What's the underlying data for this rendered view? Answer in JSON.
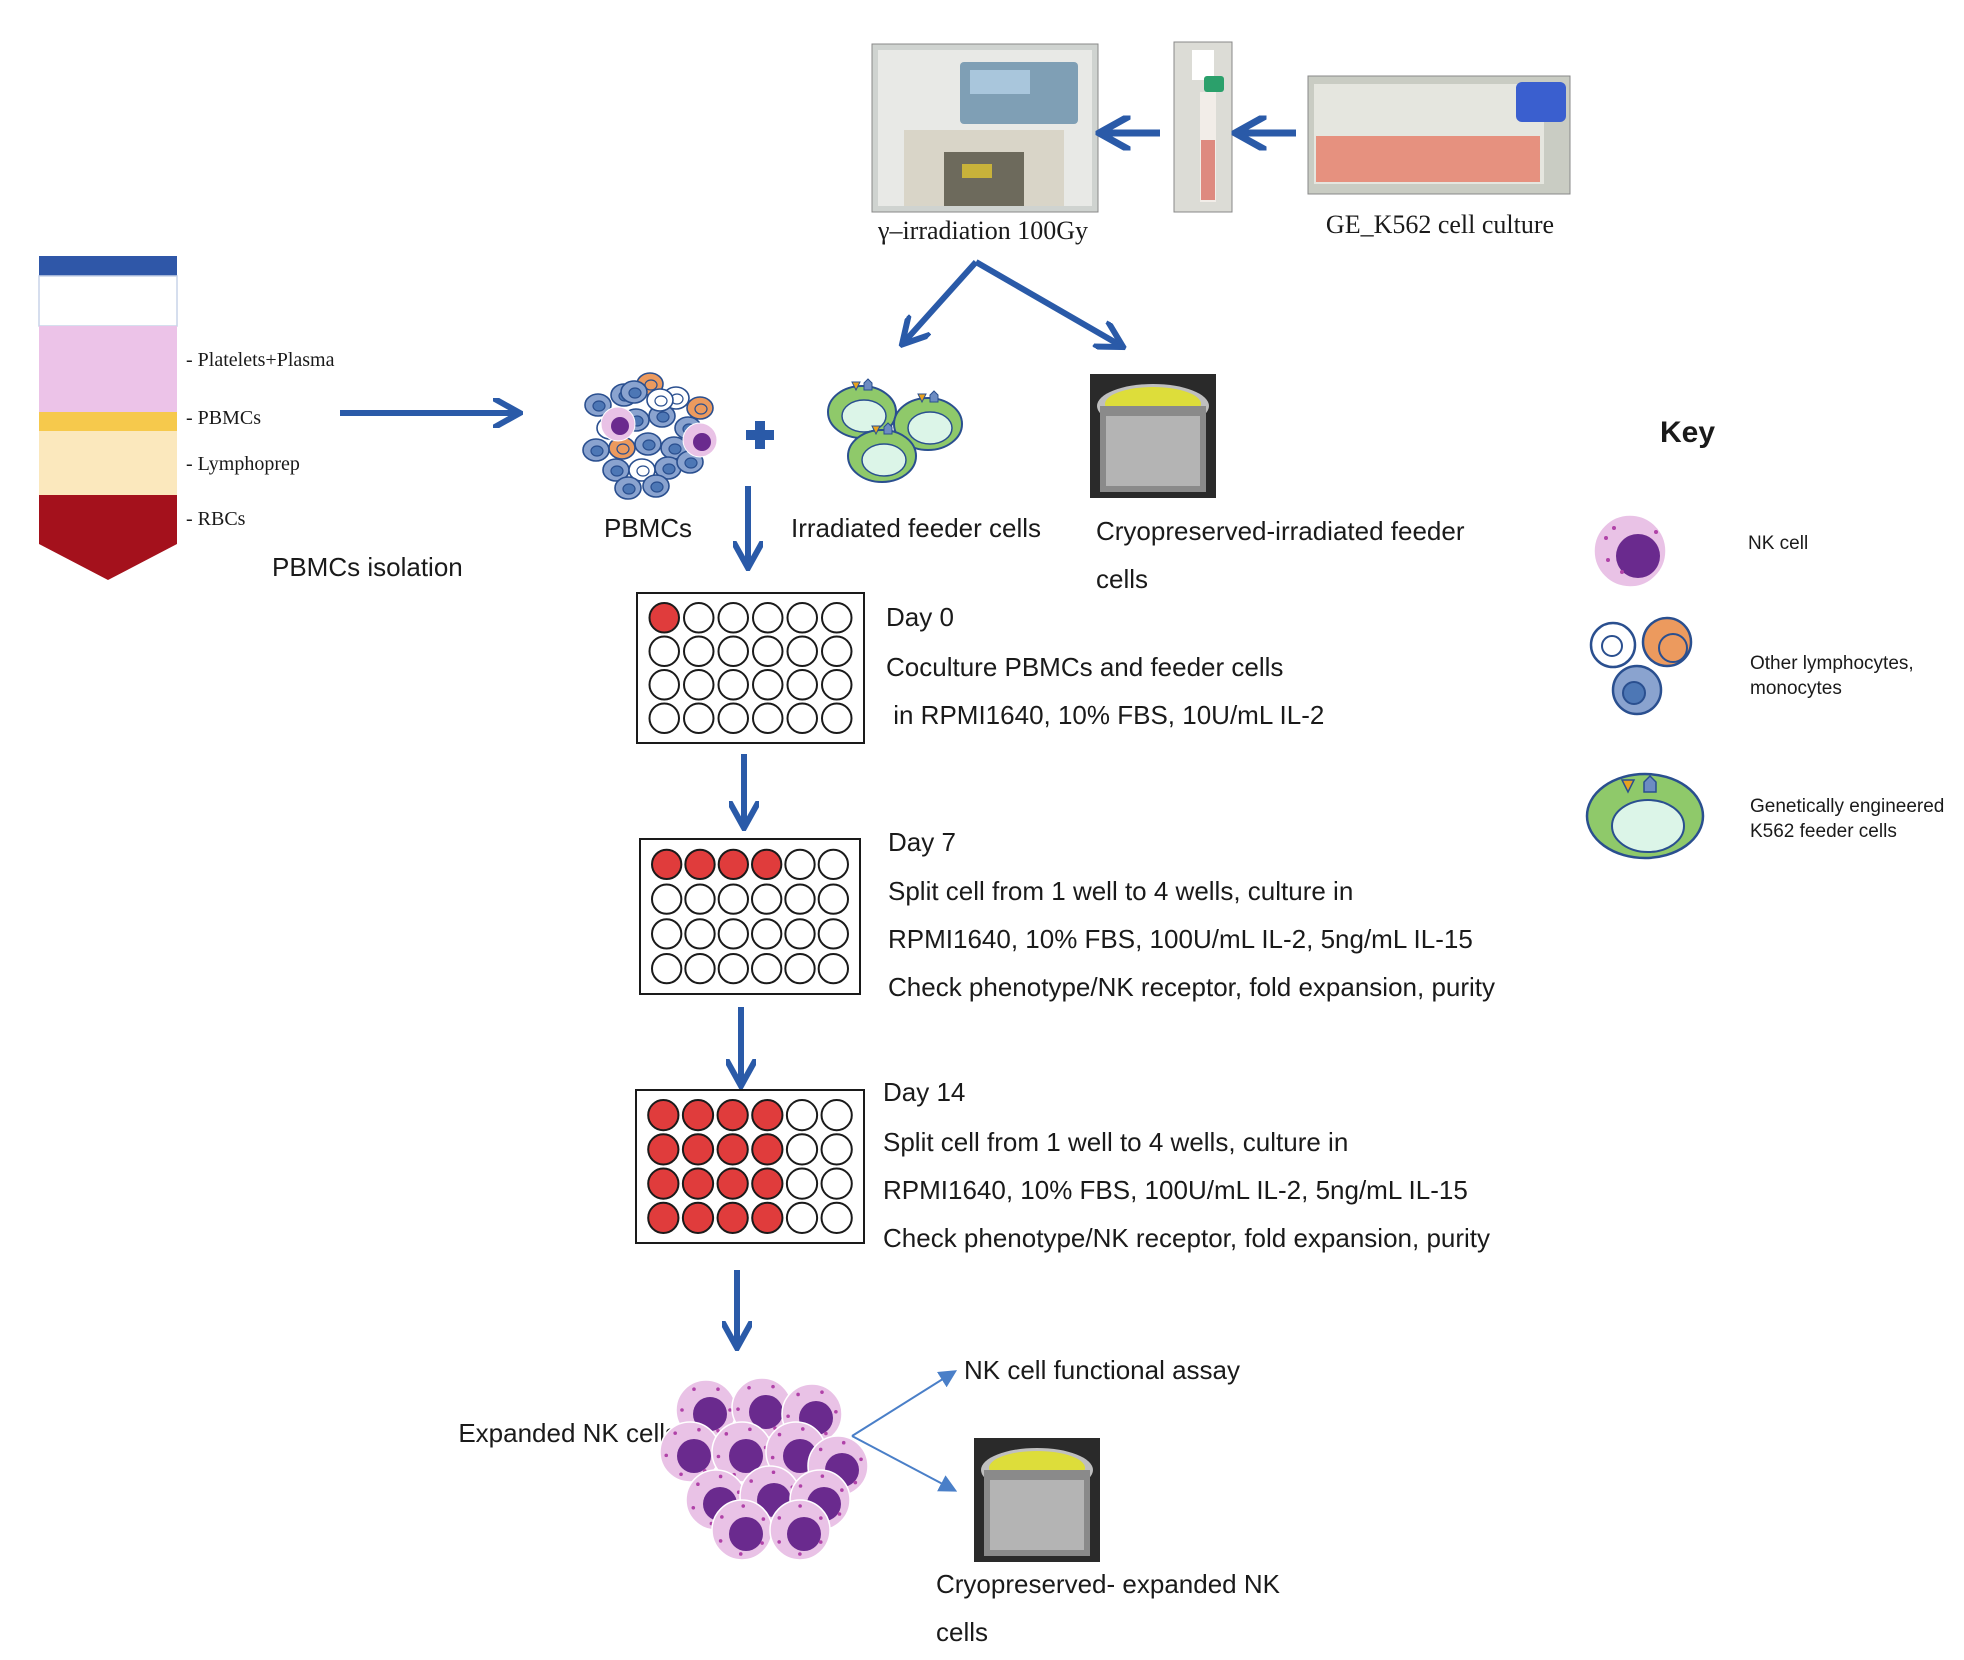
{
  "top": {
    "irradiation_label": "γ–irradiation 100Gy",
    "culture_label": "GE_K562 cell culture"
  },
  "gradient": {
    "layers": [
      "- Platelets+Plasma",
      "- PBMCs",
      "- Lymphoprep",
      "- RBCs"
    ],
    "caption": "PBMCs isolation",
    "colors": {
      "cap": "#2f57a8",
      "plasma": "#ecc3e8",
      "pbmc_band": "#f6c94c",
      "lymphoprep": "#fbe8bd",
      "rbc": "#a4111c"
    }
  },
  "middle": {
    "pbmcs_label": "PBMCs",
    "feeder_label": "Irradiated feeder cells",
    "cryo_feeder_label": [
      "Cryopreserved-irradiated feeder",
      "cells"
    ]
  },
  "steps": [
    {
      "title": "Day 0",
      "lines": [
        "Coculture PBMCs and feeder cells",
        " in RPMI1640, 10% FBS, 10U/mL IL-2"
      ]
    },
    {
      "title": "Day 7",
      "lines": [
        "Split cell from 1 well to 4 wells, culture in",
        "RPMI1640, 10% FBS, 100U/mL IL-2, 5ng/mL IL-15",
        "Check phenotype/NK receptor, fold expansion, purity"
      ]
    },
    {
      "title": "Day 14",
      "lines": [
        "Split cell from 1 well to 4 wells, culture in",
        "RPMI1640, 10% FBS, 100U/mL IL-2, 5ng/mL IL-15",
        "Check phenotype/NK receptor, fold expansion, purity"
      ]
    }
  ],
  "outcome": {
    "expanded_label": "Expanded NK cells",
    "assay_label": "NK cell functional assay",
    "cryo_expanded_label": [
      "Cryopreserved- expanded NK",
      "cells"
    ]
  },
  "key": {
    "title": "Key",
    "items": [
      [
        "NK cell"
      ],
      [
        "Other lymphocytes,",
        "monocytes"
      ],
      [
        "Genetically engineered",
        "K562 feeder cells"
      ]
    ]
  },
  "colors": {
    "arrow": "#2a5aa8",
    "thin_arrow": "#4a7fc8",
    "well_filled": "#e03c3c",
    "nk_outer": "#e9c2e6",
    "nk_nucleus": "#6a2a8e",
    "feeder_outer": "#8fc96a",
    "feeder_inner": "#dcf5e8",
    "lymph_blue": "#8aa3cf",
    "mono_orange": "#ec9a5e"
  }
}
